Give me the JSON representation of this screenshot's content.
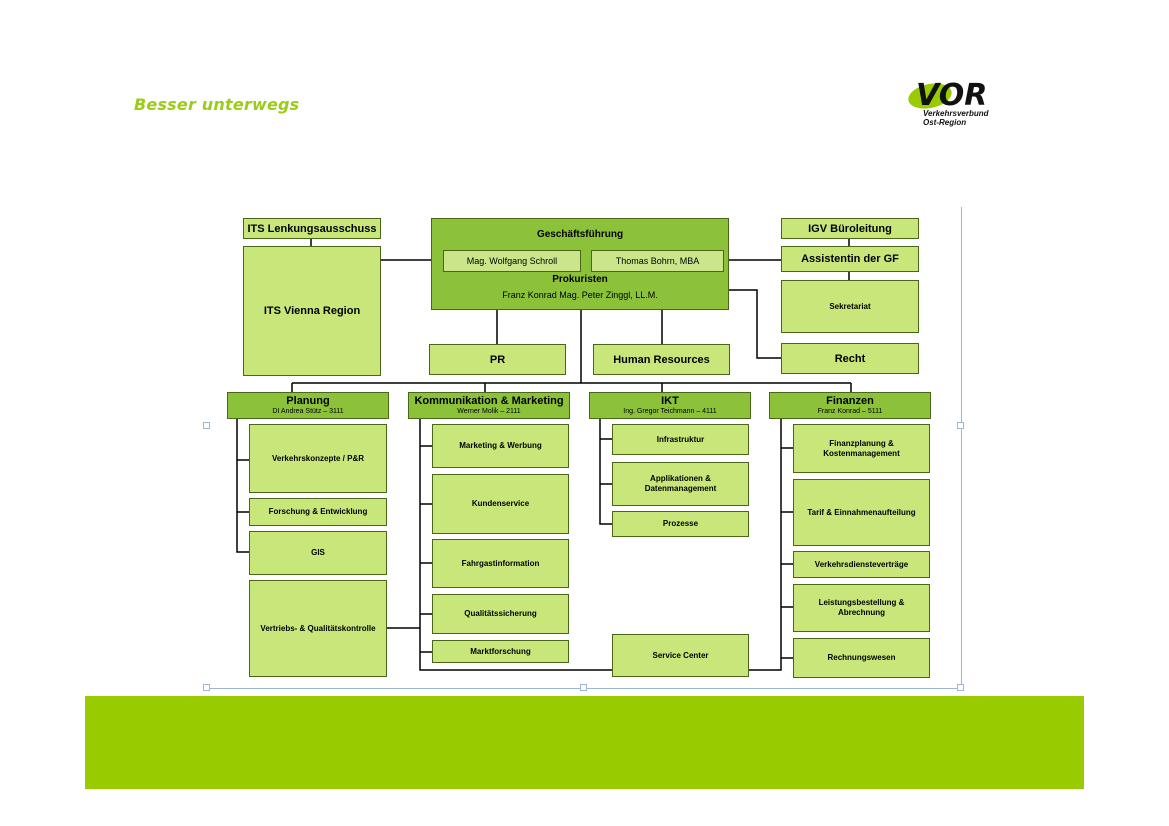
{
  "header": {
    "tagline": "Besser unterwegs",
    "logo_text": "VOR",
    "logo_sub1": "Verkehrsverbund",
    "logo_sub2": "Ost-Region",
    "brand_color": "#99cc00"
  },
  "org": {
    "its_lenkung": "ITS Lenkungsausschuss",
    "its_vienna": "ITS Vienna Region",
    "gf_title": "Geschäftsführung",
    "gf_person1": "Mag. Wolfgang Schroll",
    "gf_person2": "Thomas Bohrn, MBA",
    "prokuristen": "Prokuristen",
    "prokuristen_names": "Franz Konrad   Mag. Peter Zinggl, LL.M.",
    "igv": "IGV Büroleitung",
    "assistentin": "Assistentin der GF",
    "sekretariat": "Sekretariat",
    "recht": "Recht",
    "pr": "PR",
    "hr": "Human Resources",
    "planung": {
      "title": "Planung",
      "head": "DI Andrea Stütz – 3111",
      "items": [
        "Verkehrskonzepte / P&R",
        "Forschung & Entwicklung",
        "GIS",
        "Vertriebs- & Qualitätskontrolle"
      ]
    },
    "kommunikation": {
      "title": "Kommunikation & Marketing",
      "head": "Werner Molik – 2111",
      "items": [
        "Marketing & Werbung",
        "Kundenservice",
        "Fahrgastinformation",
        "Qualitätssicherung",
        "Marktforschung"
      ]
    },
    "ikt": {
      "title": "IKT",
      "head": "Ing. Gregor Teichmann – 4111",
      "items": [
        "Infrastruktur",
        "Applikationen &",
        "Datenmanagement",
        "Prozesse",
        "Service Center"
      ]
    },
    "finanzen": {
      "title": "Finanzen",
      "head": "Franz Konrad – 5111",
      "items": [
        "Finanzplanung &",
        "Kostenmanagement",
        "Tarif & Einnahmenaufteilung",
        "Verkehrsdiensteverträge",
        "Leistungsbestellung &",
        "Abrechnung",
        "Rechnungswesen"
      ]
    }
  }
}
